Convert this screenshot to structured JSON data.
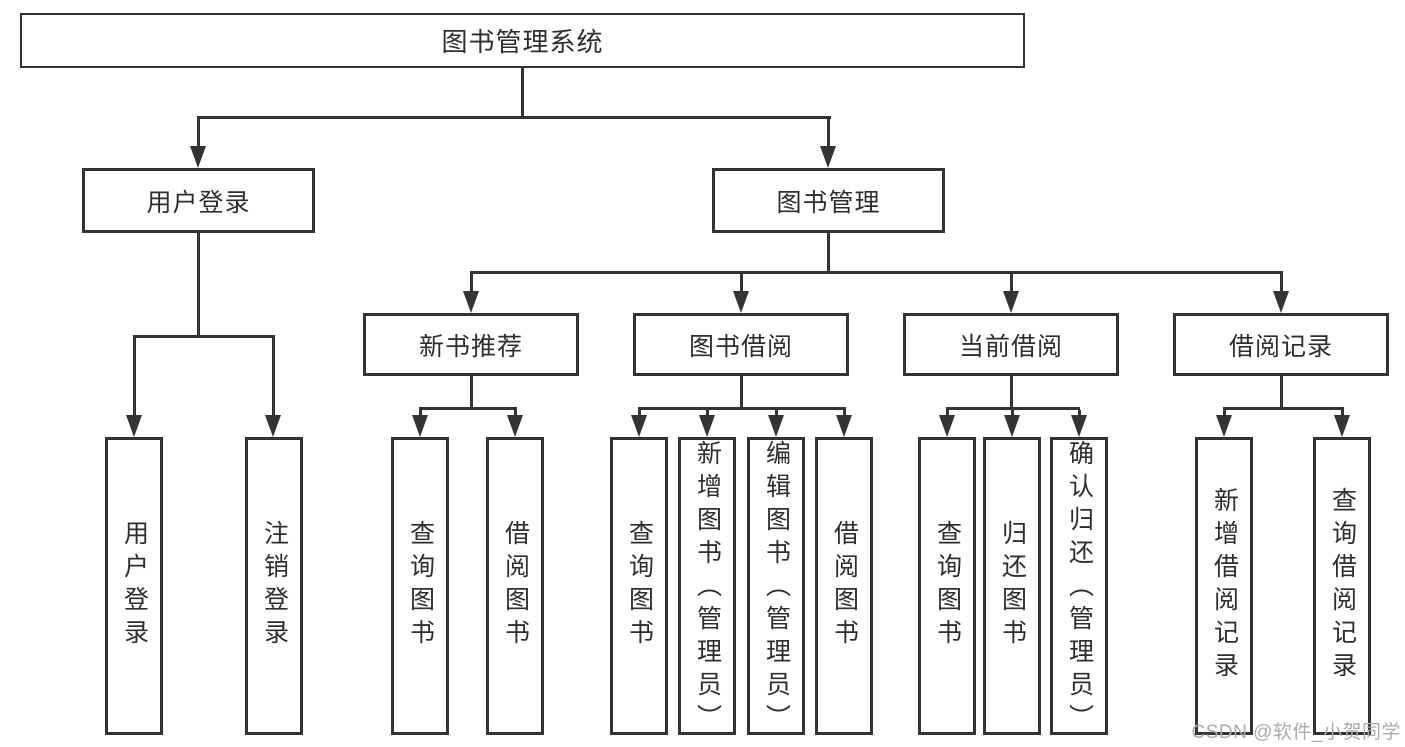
{
  "diagram": {
    "title": "图书管理系统",
    "level2": [
      "用户登录",
      "图书管理"
    ],
    "level3": [
      "新书推荐",
      "图书借阅",
      "当前借阅",
      "借阅记录"
    ],
    "leaves": [
      "用户登录",
      "注销登录",
      "查询图书",
      "借阅图书",
      "查询图书",
      "新增图书（管理员）",
      "编辑图书（管理员）",
      "借阅图书",
      "查询图书",
      "归还图书",
      "确认归还（管理员）",
      "新增借阅记录",
      "查询借阅记录"
    ],
    "watermark": "CSDN @软件_小贺同学",
    "colors": {
      "line": "#343434",
      "box_border": "#333333",
      "text": "#2e2e2e",
      "watermark": "#acacac",
      "background": "#ffffff"
    }
  }
}
